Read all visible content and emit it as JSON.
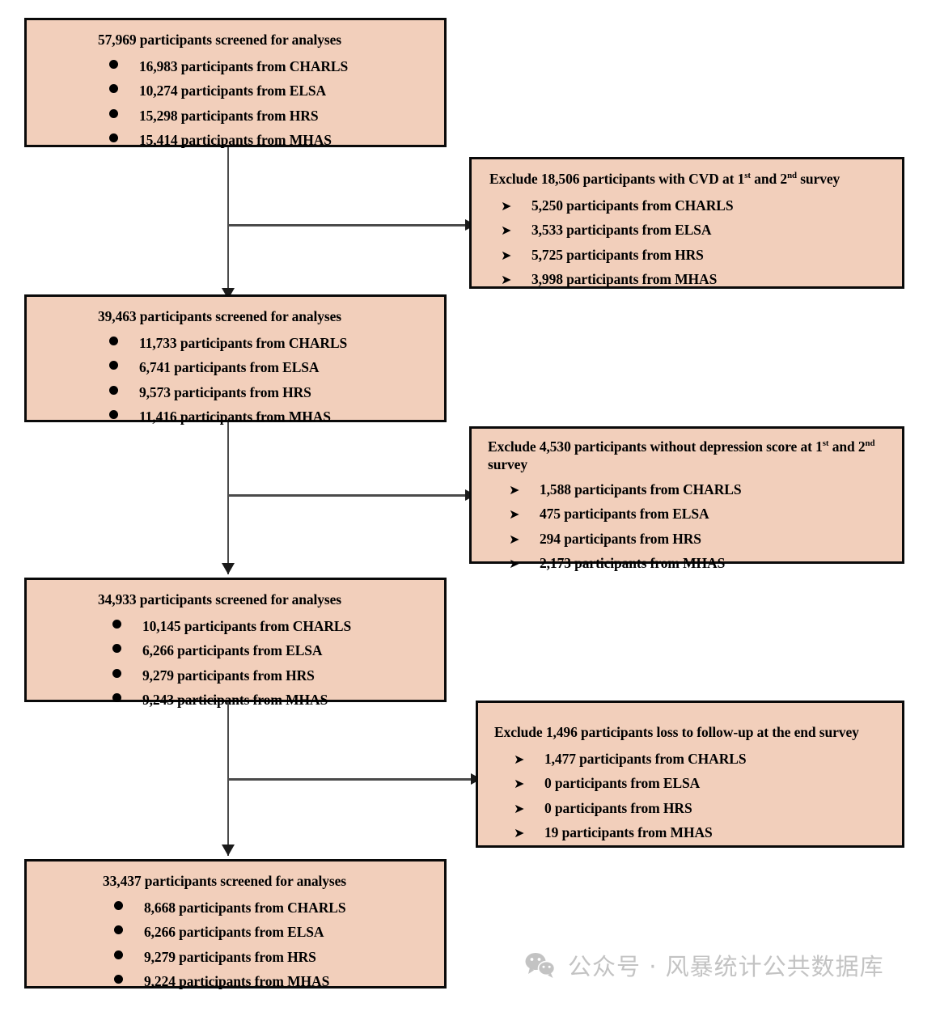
{
  "colors": {
    "box_fill": "#f2cfbb",
    "box_border": "#0a0a0a",
    "connector": "#4a4a4a",
    "watermark": "#c3c3c3"
  },
  "flow": {
    "main_boxes": [
      {
        "title": "57,969 participants screened for analyses",
        "items": [
          "16,983 participants from CHARLS",
          "10,274 participants from ELSA",
          "15,298 participants from HRS",
          "15,414 participants from MHAS"
        ]
      },
      {
        "title": "39,463 participants screened for analyses",
        "items": [
          "11,733 participants from CHARLS",
          "6,741 participants from ELSA",
          "9,573 participants from HRS",
          "11,416 participants from MHAS"
        ]
      },
      {
        "title": "34,933 participants screened for analyses",
        "items": [
          "10,145 participants from CHARLS",
          "6,266 participants from ELSA",
          "9,279 participants from HRS",
          "9,243 participants from MHAS"
        ]
      },
      {
        "title": "33,437 participants screened for analyses",
        "items": [
          "8,668 participants from CHARLS",
          "6,266 participants from ELSA",
          "9,279 participants from HRS",
          "9,224 participants from MHAS"
        ]
      }
    ],
    "exclusion_boxes": [
      {
        "title_parts": [
          "Exclude 18,506 participants with CVD at 1",
          "st",
          " and 2",
          "nd",
          " survey"
        ],
        "title_plain": "Exclude 18,506 participants with CVD at 1st and 2nd survey",
        "items": [
          "5,250 participants from CHARLS",
          "3,533 participants from ELSA",
          "5,725 participants from HRS",
          "3,998 participants from MHAS"
        ]
      },
      {
        "title_parts": [
          "Exclude 4,530 participants without depression score at 1",
          "st",
          " and 2",
          "nd",
          " survey"
        ],
        "title_plain": "Exclude 4,530 participants without depression score at 1st and 2nd survey",
        "items": [
          "1,588 participants from CHARLS",
          "475 participants from ELSA",
          "294 participants from HRS",
          "2,173 participants from MHAS"
        ]
      },
      {
        "title_parts": [
          "Exclude 1,496 participants loss to follow-up at the end survey",
          "",
          "",
          "",
          ""
        ],
        "title_plain": "Exclude 1,496 participants loss to follow-up at the end survey",
        "items": [
          "1,477 participants from CHARLS",
          "0 participants from ELSA",
          "0 participants from HRS",
          "19 participants from MHAS"
        ]
      }
    ],
    "bullet_glyphs": {
      "main": "filled-circle-bullet",
      "exclusion": "arrowhead-bullet",
      "arrow_char": "➤"
    }
  },
  "watermark": {
    "icon": "wechat-icon",
    "text": "公众号 · 风暴统计公共数据库"
  }
}
